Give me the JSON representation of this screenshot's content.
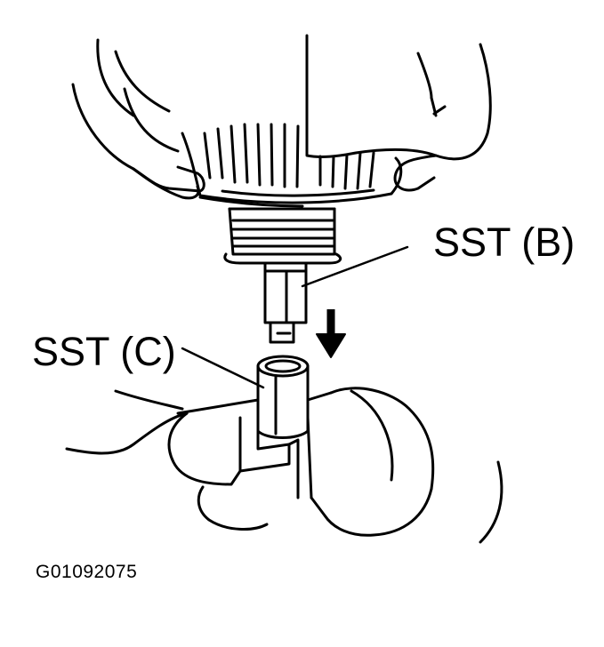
{
  "callouts": {
    "sst_b": "SST (B)",
    "sst_c": "SST (C)"
  },
  "figure_id": "G01092075",
  "icons": {
    "direction_arrow": "down-arrow-icon"
  },
  "colors": {
    "ink": "#000000",
    "paper": "#ffffff"
  }
}
